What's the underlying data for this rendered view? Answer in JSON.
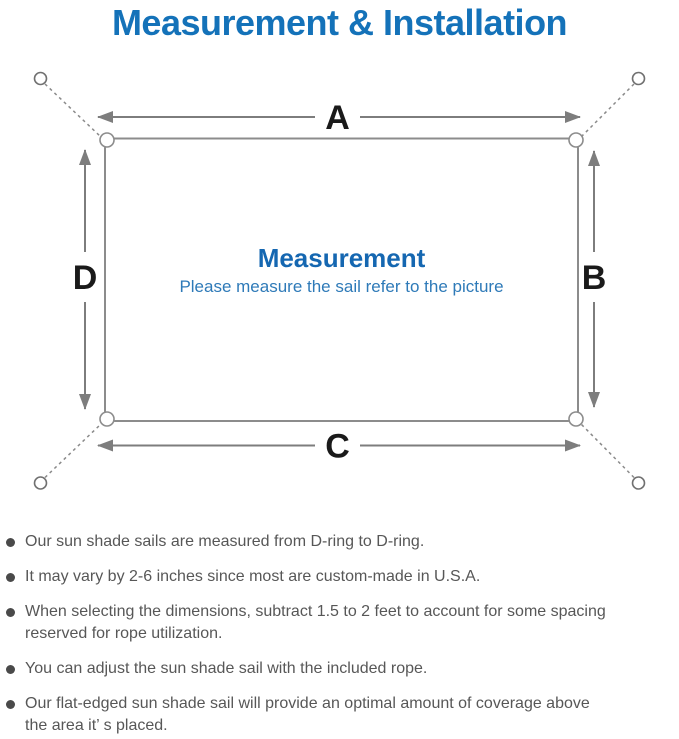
{
  "title": "Measurement & Installation",
  "diagram": {
    "dimension_labels": {
      "top": "A",
      "right": "B",
      "bottom": "C",
      "left": "D"
    },
    "center_title": "Measurement",
    "center_subtitle": "Please measure the sail refer to the picture"
  },
  "notes": {
    "items": [
      "Our sun shade sails are measured from D-ring to D-ring.",
      "It may vary by 2-6 inches since most are custom-made in U.S.A.",
      [
        "When selecting the dimensions, subtract 1.5 to 2 feet to account for some spacing",
        "reserved for rope utilization."
      ],
      "You can adjust the sun shade sail with the included rope.",
      [
        "Our flat-edged sun shade sail will provide an optimal amount of coverage above",
        "the area it’ s placed."
      ]
    ]
  },
  "colors": {
    "title_blue": "#1472b9",
    "center_heading_blue": "#1567b1",
    "subtitle_blue": "#2e7ab8",
    "diagram_line_gray": "#7d7d7d",
    "sail_outline_gray": "#8c8c8c",
    "label_black": "#1a1a1a",
    "note_text_gray": "#575757"
  }
}
